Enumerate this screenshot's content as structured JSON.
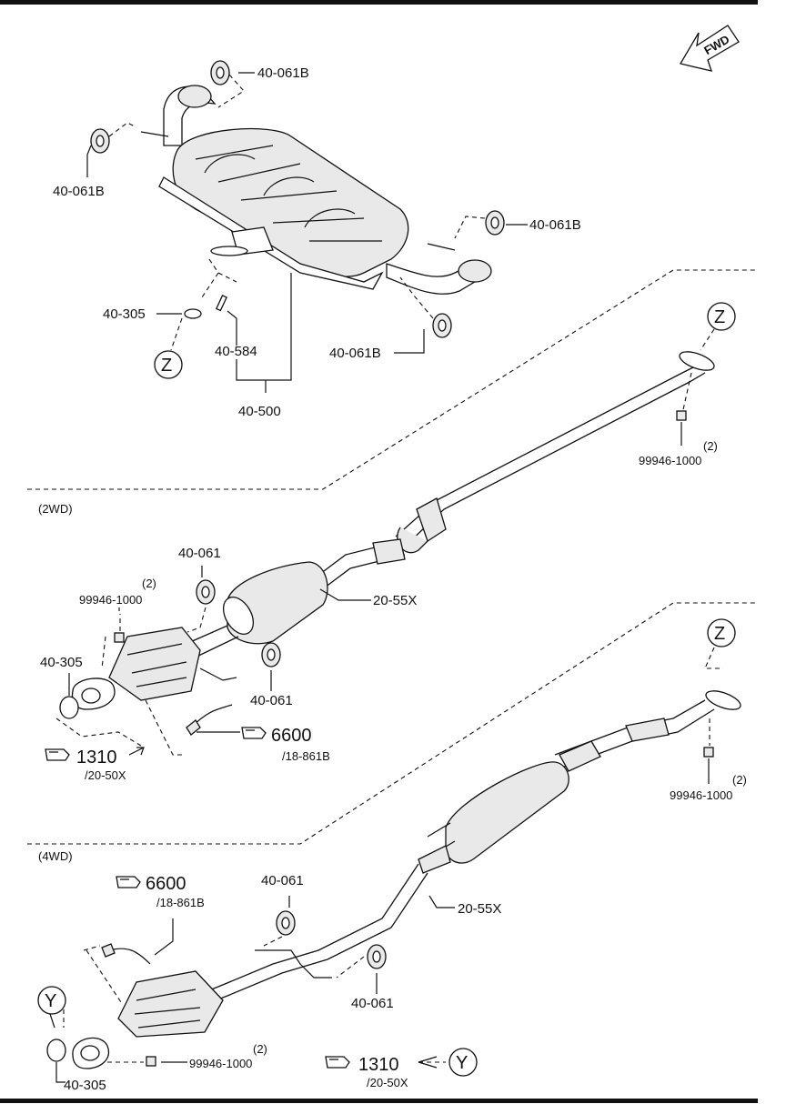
{
  "sections": {
    "awd2": "(2WD)",
    "awd4": "(4WD)"
  },
  "fwd": "FWD",
  "refs": {
    "z": "Z",
    "y": "Y"
  },
  "rear": {
    "muffler": "40-500",
    "hanger_tl": "40-061B",
    "hanger_l": "40-061B",
    "hanger_r": "40-061B",
    "hanger_b": "40-061B",
    "gasket": "40-305",
    "stud": "40-584"
  },
  "mid": {
    "nut": "99946-1000",
    "nut_qty": "(2)"
  },
  "two_wd": {
    "pipe": "20-55X",
    "hanger_top": "40-061",
    "hanger_bottom": "40-061",
    "nut": "99946-1000",
    "nut_qty": "(2)",
    "gasket": "40-305",
    "ref_1310": "1310",
    "ref_1310_sub": "/20-50X",
    "ref_6600": "6600",
    "ref_6600_sub": "/18-861B"
  },
  "four_wd": {
    "front_nut": "99946-1000",
    "front_nut_qty": "(2)",
    "ref_6600": "6600",
    "ref_6600_sub": "/18-861B",
    "hanger_top": "40-061",
    "hanger_bottom": "40-061",
    "pipe": "20-55X",
    "gasket": "40-305",
    "nut": "99946-1000",
    "nut_qty": "(2)",
    "ref_1310": "1310",
    "ref_1310_sub": "/20-50X"
  }
}
